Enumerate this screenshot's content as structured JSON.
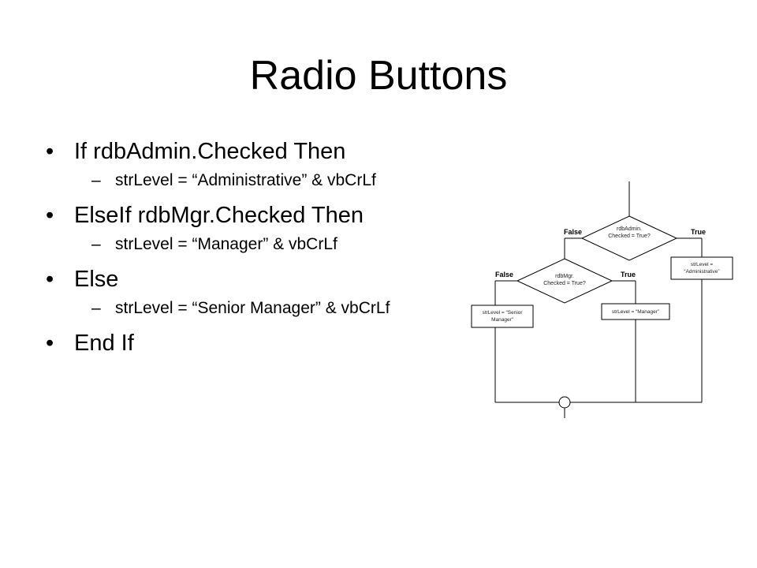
{
  "slide": {
    "title": "Radio Buttons"
  },
  "bullets": [
    {
      "bullet": "•",
      "text": "If rdbAdmin.Checked Then"
    },
    {
      "dash": "–",
      "text": "strLevel = “Administrative” & vbCrLf"
    },
    {
      "bullet": "•",
      "text": "ElseIf rdbMgr.Checked Then"
    },
    {
      "dash": "–",
      "text": "strLevel = “Manager” & vbCrLf"
    },
    {
      "bullet": "•",
      "text": "Else"
    },
    {
      "dash": "–",
      "text": "strLevel = “Senior Manager” & vbCrLf"
    },
    {
      "bullet": "•",
      "text": "End If"
    }
  ],
  "flowchart": {
    "decision1": {
      "line1": "rdbAdmin.",
      "line2": "Checked = True?"
    },
    "decision2": {
      "line1": "rdbMgr.",
      "line2": "Checked = True?"
    },
    "label_false_1": "False",
    "label_true_1": "True",
    "label_false_2": "False",
    "label_true_2": "True",
    "box_admin": {
      "line1": "strLevel =",
      "line2": "“Administrative”"
    },
    "box_manager": {
      "line1": "strLevel = “Manager”"
    },
    "box_senior": {
      "line1": "strLevel = “Senior",
      "line2": "Manager”"
    }
  }
}
